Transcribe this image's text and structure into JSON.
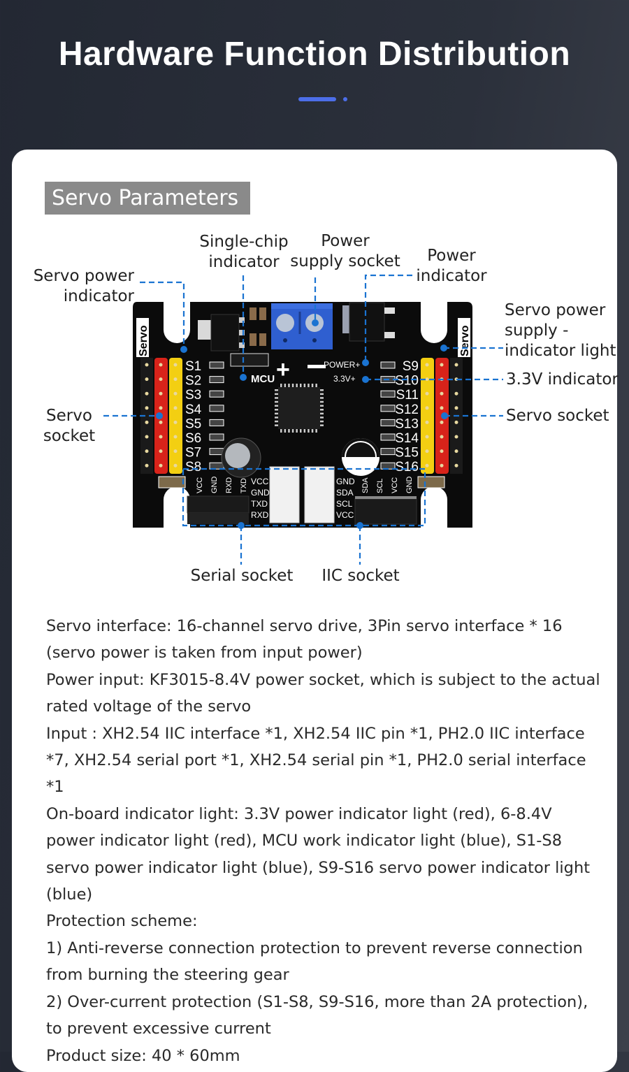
{
  "header": {
    "title": "Hardware Function Distribution",
    "accent_color": "#4c6ee8"
  },
  "section": {
    "tag": "Servo Parameters"
  },
  "board": {
    "side_label": "Servo",
    "channels_left": [
      "S1",
      "S2",
      "S3",
      "S4",
      "S5",
      "S6",
      "S7",
      "S8"
    ],
    "channels_right": [
      "S9",
      "S10",
      "S11",
      "S12",
      "S13",
      "S14",
      "S15",
      "S16"
    ],
    "silkscreen": {
      "mcu": "MCU",
      "power": "POWER+",
      "v33": "3.3V+",
      "plus": "+",
      "minus": "−",
      "serial_pins_vertical": [
        "VCC",
        "GND",
        "RXD",
        "TXD"
      ],
      "serial_pins_horizontal": [
        "VCC",
        "GND",
        "TXD",
        "RXD"
      ],
      "iic_pins_horizontal": [
        "GND",
        "SDA",
        "SCL",
        "VCC"
      ],
      "iic_pins_vertical": [
        "SDA",
        "SCL",
        "VCC",
        "GND"
      ]
    },
    "colors": {
      "pcb": "#0b0b0b",
      "terminal": "#2f5fd0",
      "header_red": "#d8231a",
      "header_yellow": "#f3cf12",
      "callout": "#1a73d1"
    }
  },
  "callouts": {
    "servo_power_indicator": [
      "Servo power",
      "indicator"
    ],
    "single_chip_indicator": [
      "Single-chip",
      "indicator"
    ],
    "power_supply_socket": [
      "Power",
      "supply socket"
    ],
    "power_indicator": [
      "Power",
      "indicator"
    ],
    "servo_power_supply_indicator": [
      "Servo power",
      "supply -",
      "indicator light"
    ],
    "v33_indicator": "3.3V indicator",
    "servo_socket_left": [
      "Servo",
      "socket"
    ],
    "servo_socket_right": "Servo socket",
    "serial_socket": "Serial socket",
    "iic_socket": "IIC socket"
  },
  "specs": [
    "Servo interface: 16-channel servo drive, 3Pin servo interface * 16 (servo power is taken from input power)",
    "Power input: KF3015-8.4V power socket, which is subject to the actual rated voltage of the servo",
    "Input : XH2.54 IIC interface *1, XH2.54 IIC pin *1, PH2.0 IIC interface *7, XH2.54 serial port *1, XH2.54 serial pin *1, PH2.0 serial interface *1",
    "On-board indicator light: 3.3V power indicator light (red), 6-8.4V power indicator light (red), MCU work indicator light (blue), S1-S8 servo power indicator light (blue), S9-S16 servo power indicator light (blue)",
    "Protection scheme:",
    "1) Anti-reverse connection protection to prevent reverse connection from burning the steering gear",
    "2) Over-current protection (S1-S8, S9-S16, more than 2A protection), to prevent excessive current",
    "Product size: 40 * 60mm"
  ]
}
